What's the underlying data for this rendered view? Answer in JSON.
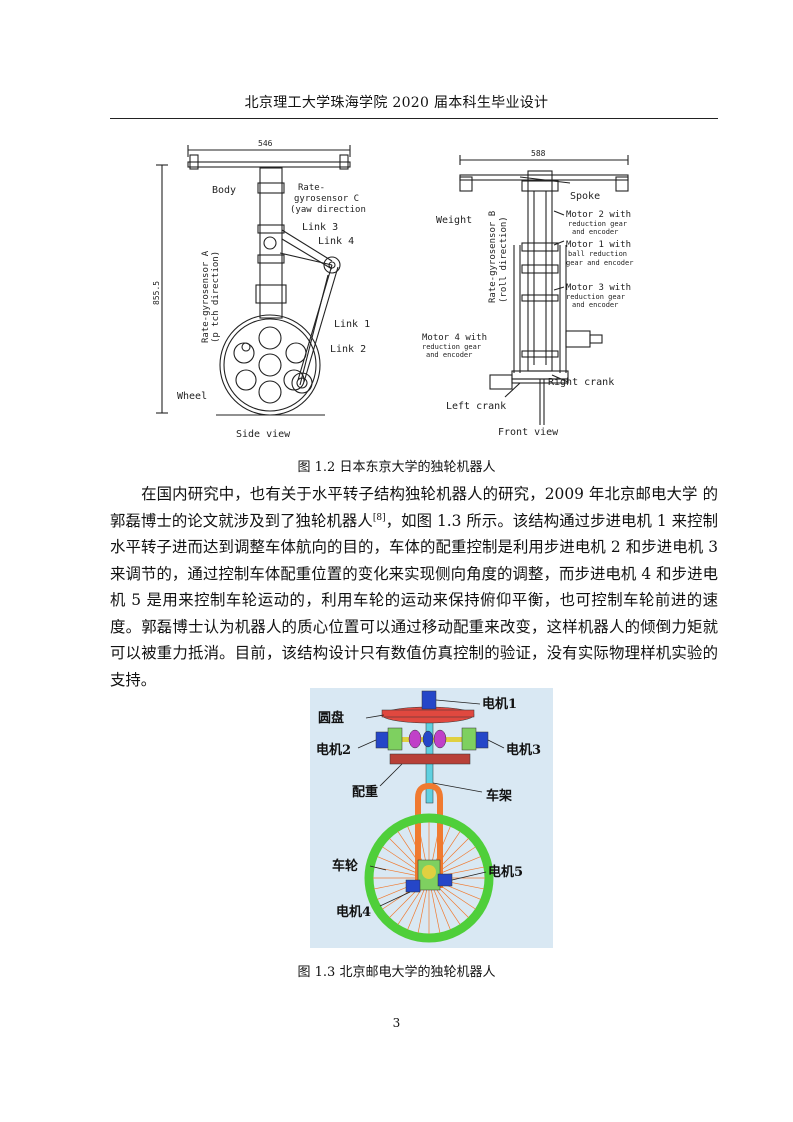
{
  "header": {
    "title": "北京理工大学珠海学院 2020 届本科生毕业设计"
  },
  "figure1": {
    "caption": "图 1.2  日本东京大学的独轮机器人",
    "side": {
      "view_label": "Side view",
      "width_dim": "546",
      "height_dim": "855.5",
      "body": "Body",
      "rate_c_1": "Rate-",
      "rate_c_2": "gyrosensor C",
      "rate_c_3": "(yaw direction",
      "rate_a_1": "Rate-gyrosensor A",
      "rate_a_2": "(p tch direction)",
      "link3": "Link 3",
      "link4": "Link 4",
      "link1": "Link 1",
      "link2": "Link 2",
      "wheel": "Wheel"
    },
    "front": {
      "view_label": "Front view",
      "width_dim": "588",
      "spoke": "Spoke",
      "weight": "Weight",
      "rate_b_1": "Rate-gyrosensor B",
      "rate_b_2": "(roll direction)",
      "motor2_1": "Motor 2 with",
      "motor2_2": "reduction gear",
      "motor2_3": "and encoder",
      "motor1_1": "Motor 1 with",
      "motor1_2": "ball reduction",
      "motor1_3": "gear and encoder",
      "motor3_1": "Motor 3 with",
      "motor3_2": "reduction gear",
      "motor3_3": "and encoder",
      "motor4_1": "Motor 4 with",
      "motor4_2": "reduction gear",
      "motor4_3": "and encoder",
      "right_crank": "Right crank",
      "left_crank": "Left crank"
    }
  },
  "paragraph": {
    "part1": "在国内研究中，也有关于水平转子结构独轮机器人的研究，2009 年北京邮电大学  的郭磊博士的论文就涉及到了独轮机器人",
    "ref": "[8]",
    "part2": "，如图 1.3 所示。该结构通过步进电机 1 来控制水平转子进而达到调整车体航向的目的，车体的配重控制是利用步进电机 2 和步进电机 3 来调节的，通过控制车体配重位置的变化来实现侧向角度的调整，而步进电机 4 和步进电机 5 是用来控制车轮运动的，利用车轮的运动来保持俯仰平衡，也可控制车轮前进的速度。郭磊博士认为机器人的质心位置可以通过移动配重来改变，这样机器人的倾倒力矩就可以被重力抵消。目前，该结构设计只有数值仿真控制的验证，没有实际物理样机实验的支持。"
  },
  "figure2": {
    "caption": "图 1.3  北京邮电大学的独轮机器人",
    "labels": {
      "motor1": "电机1",
      "disc": "圆盘",
      "motor2": "电机2",
      "motor3": "电机3",
      "counterweight": "配重",
      "frame": "车架",
      "wheel": "车轮",
      "motor5": "电机5",
      "motor4": "电机4"
    },
    "colors": {
      "background": "#d9e8f3",
      "disc": "#e0483f",
      "wheel": "#4fcf3a",
      "frame": "#f07a30",
      "shaft": "#5fd0e0",
      "motor": "#2546c8",
      "gear": "#c040c8",
      "bracket": "#7ed060",
      "counterweight": "#b84038"
    }
  },
  "page_number": "3"
}
